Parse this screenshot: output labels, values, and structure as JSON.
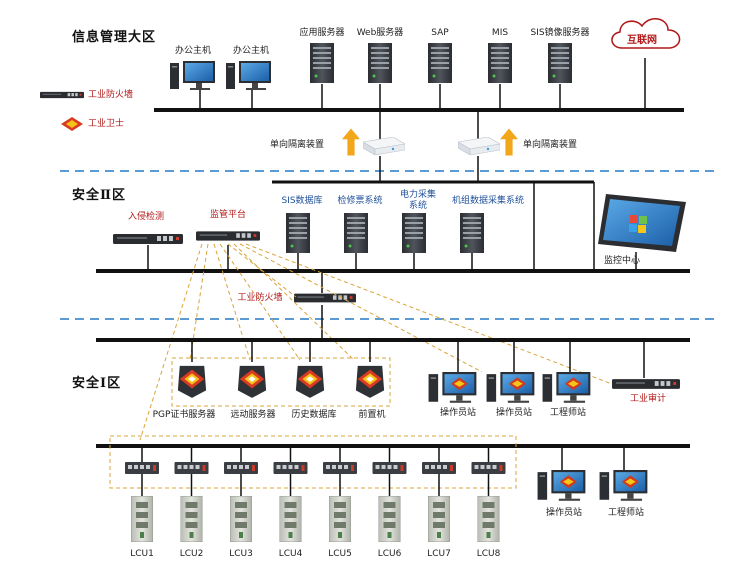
{
  "zones": {
    "info_mgmt": "信息管理大区",
    "safety2": "安全Ⅱ区",
    "safety1": "安全Ⅰ区"
  },
  "legend": {
    "firewall": "工业防火墙",
    "guard": "工业卫士"
  },
  "info_zone": {
    "office_hosts": [
      "办公主机",
      "办公主机"
    ],
    "servers": [
      "应用服务器",
      "Web服务器",
      "SAP",
      "MIS",
      "SIS镜像服务器"
    ],
    "internet": "互联网"
  },
  "isolation": [
    "单向隔离装置",
    "单向隔离装置"
  ],
  "zone2": {
    "intrusion": "入侵检测",
    "monitor_platform": "监管平台",
    "servers": [
      "SIS数据库",
      "检修票系统",
      "电力采集系统",
      "机组数据采集系统"
    ],
    "monitor_center": "监控中心",
    "firewall": "工业防火墙"
  },
  "zone1": {
    "servers": [
      "PGP证书服务器",
      "远动服务器",
      "历史数据库",
      "前置机"
    ],
    "stations": [
      "操作员站",
      "操作员站",
      "工程师站"
    ],
    "audit": "工业审计",
    "lower_stations": [
      "操作员站",
      "工程师站"
    ],
    "lcu": [
      "LCU1",
      "LCU2",
      "LCU3",
      "LCU4",
      "LCU5",
      "LCU6",
      "LCU7",
      "LCU8"
    ]
  },
  "colors": {
    "bus": "#111111",
    "divider": "#5b9bd5",
    "dashed_link": "#d9a43a",
    "arrow": "#f2a71b",
    "server": "#3b3f45",
    "accent_red": "#b01818"
  }
}
